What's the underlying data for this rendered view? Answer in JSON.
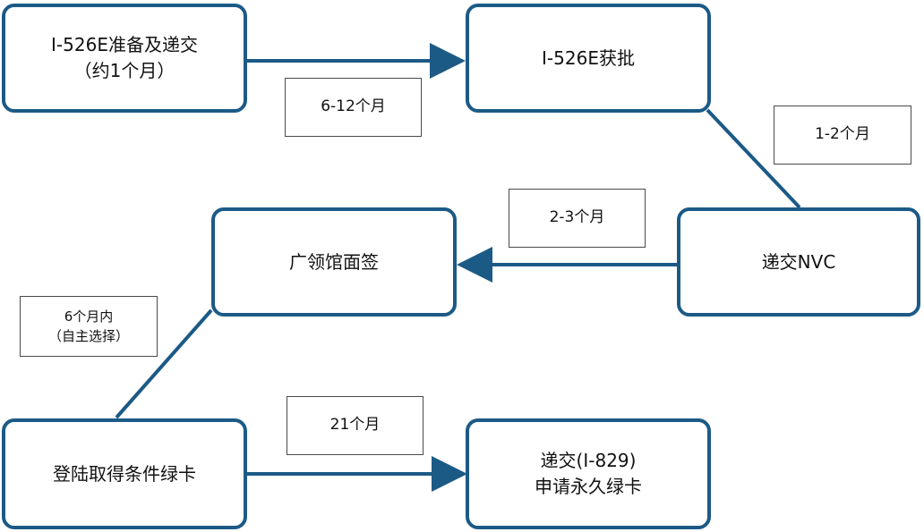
{
  "nodes": {
    "i526e_submit": {
      "line1": "I-526E准备及递交",
      "line2": "（约1个月）"
    },
    "i526e_approved": {
      "line1": "I-526E获批"
    },
    "nvc_submit": {
      "line1": "递交NVC"
    },
    "consulate_interview": {
      "line1": "广领馆面签"
    },
    "conditional_green_card": {
      "line1": "登陆取得条件绿卡"
    },
    "i829_submit": {
      "line1": "递交(I-829)",
      "line2": "申请永久绿卡"
    }
  },
  "duration_labels": {
    "approval_wait": "6-12个月",
    "nvc_wait": "1-2个月",
    "interview_wait": "2-3个月",
    "entry_window_line1": "6个月内",
    "entry_window_line2": "（自主选择）",
    "i829_wait": "21个月"
  },
  "colors": {
    "connector": "#1c5a86",
    "node_border": "#1c5a86",
    "label_border": "#4a4a4a"
  }
}
